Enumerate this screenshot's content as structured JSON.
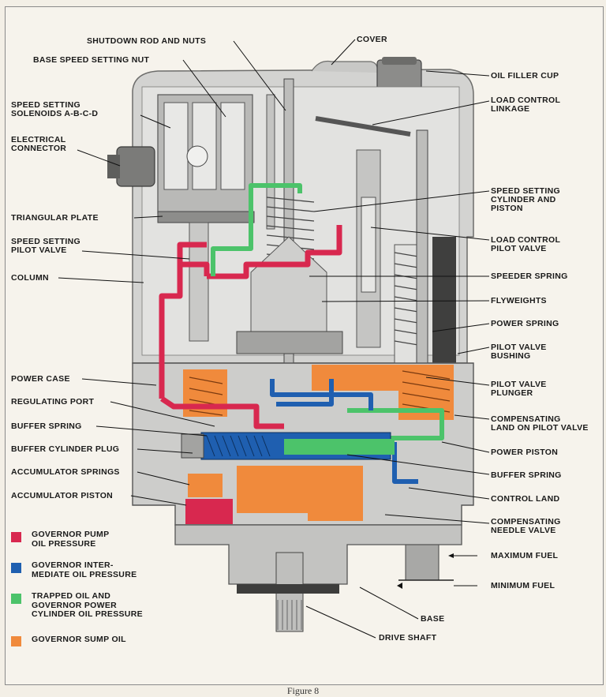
{
  "labels": {
    "shutdown_rod": "SHUTDOWN ROD AND NUTS",
    "cover": "COVER",
    "base_speed_nut": "BASE SPEED SETTING NUT",
    "oil_filler_cup": "OIL FILLER CUP",
    "speed_setting_solenoids": "SPEED SETTING\nSOLENOIDS A-B-C-D",
    "load_control_linkage": "LOAD CONTROL\nLINKAGE",
    "electrical_connector": "ELECTRICAL\nCONNECTOR",
    "speed_setting_cylinder": "SPEED SETTING\nCYLINDER AND\nPISTON",
    "triangular_plate": "TRIANGULAR PLATE",
    "speed_setting_pilot_valve": "SPEED SETTING\nPILOT VALVE",
    "load_control_pilot_valve": "LOAD CONTROL\nPILOT VALVE",
    "column": "COLUMN",
    "speeder_spring": "SPEEDER SPRING",
    "flyweights": "FLYWEIGHTS",
    "power_spring": "POWER SPRING",
    "pilot_valve_bushing": "PILOT VALVE\nBUSHING",
    "power_case": "POWER CASE",
    "pilot_valve_plunger": "PILOT VALVE\nPLUNGER",
    "regulating_port": "REGULATING PORT",
    "compensating_land": "COMPENSATING\nLAND ON PILOT VALVE",
    "buffer_spring_left": "BUFFER SPRING",
    "power_piston": "POWER PISTON",
    "buffer_cylinder_plug": "BUFFER CYLINDER PLUG",
    "buffer_spring_right": "BUFFER SPRING",
    "accumulator_springs": "ACCUMULATOR SPRINGS",
    "control_land": "CONTROL LAND",
    "accumulator_piston": "ACCUMULATOR PISTON",
    "compensating_needle_valve": "COMPENSATING\nNEEDLE VALVE",
    "maximum_fuel": "MAXIMUM FUEL",
    "minimum_fuel": "MINIMUM FUEL",
    "base": "BASE",
    "drive_shaft": "DRIVE SHAFT"
  },
  "legend": [
    {
      "text": "GOVERNOR PUMP\nOIL PRESSURE",
      "color": "#d8284f"
    },
    {
      "text": "GOVERNOR INTER-\nMEDIATE OIL PRESSURE",
      "color": "#1f5fb0"
    },
    {
      "text": "TRAPPED OIL AND\nGOVERNOR POWER\nCYLINDER OIL PRESSURE",
      "color": "#4cc36a"
    },
    {
      "text": "GOVERNOR SUMP OIL",
      "color": "#f08a3c"
    }
  ],
  "caption": "Figure 8",
  "colors": {
    "pump_oil": "#d8284f",
    "intermediate_oil": "#1f5fb0",
    "trapped_oil": "#4cc36a",
    "sump_oil": "#f08a3c",
    "metal_light": "#d2d2d0",
    "metal_mid": "#a9a9a7",
    "metal_dark": "#5d5d5c"
  }
}
